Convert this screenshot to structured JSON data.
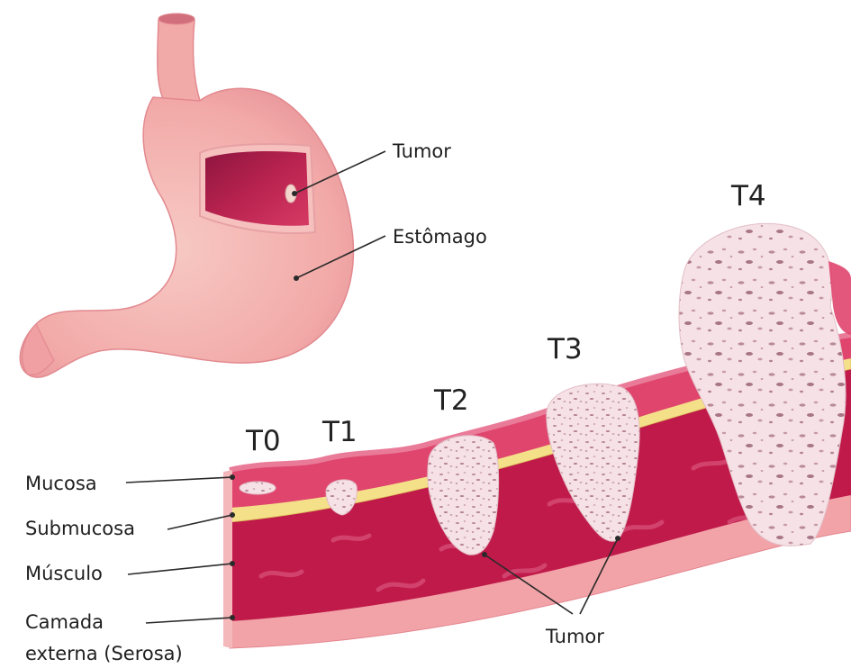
{
  "stomach": {
    "tumor_label": "Tumor",
    "organ_label": "Estômago"
  },
  "layers": {
    "mucosa": "Mucosa",
    "submucosa": "Submucosa",
    "muscle": "Músculo",
    "serosa_line1": "Camada",
    "serosa_line2": "externa (Serosa)"
  },
  "stages": {
    "t0": "T0",
    "t1": "T1",
    "t2": "T2",
    "t3": "T3",
    "t4": "T4"
  },
  "wall_tumor_label": "Tumor",
  "colors": {
    "stomach_outer": "#f2a9a9",
    "stomach_inner": "#b8234f",
    "mucosa": "#e0456e",
    "submucosa": "#f5e08a",
    "muscle": "#c01a4a",
    "serosa": "#f2a3a8",
    "tumor": "#f4dfe4"
  }
}
